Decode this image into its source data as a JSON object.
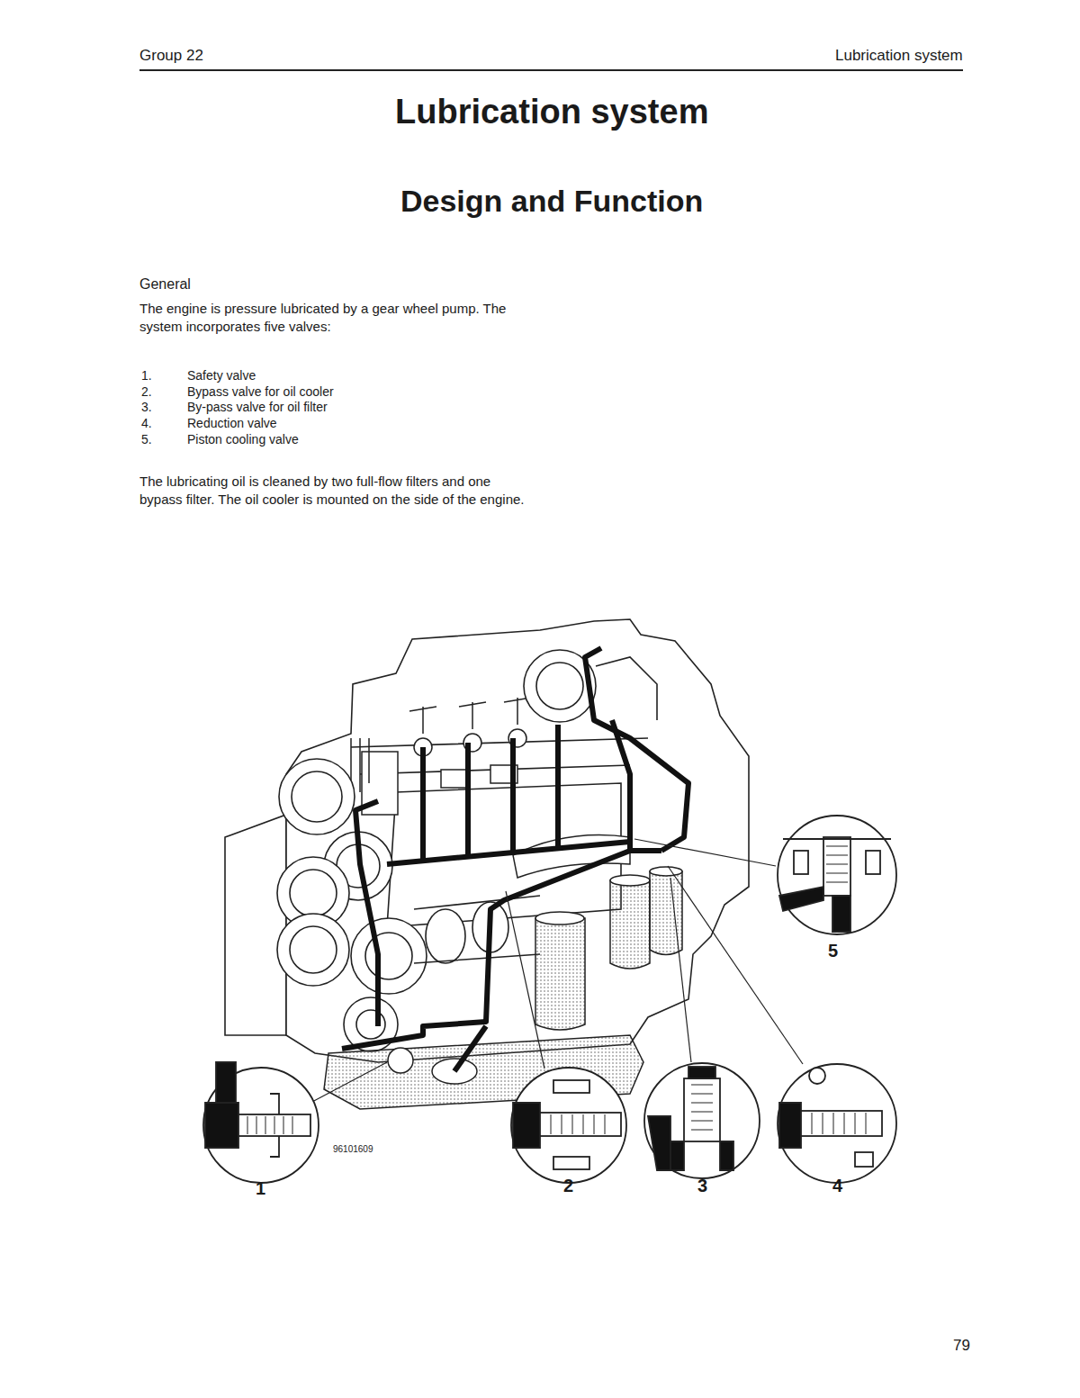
{
  "diagram": {
    "title": "Lubrication system",
    "labels": [
      "Group 22",
      "Lubrication system",
      "Design and Function",
      "General",
      "The engine is pressure lubricated by a gear wheel pump. The system incorporates five valves:",
      "1.",
      "Safety valve",
      "2.",
      "Bypass valve for oil cooler",
      "3.",
      "By-pass valve for oil filter",
      "4.",
      "Reduction valve",
      "5.",
      "Piston cooling valve",
      "The lubricating oil is cleaned by two full-flow filters and one bypass filter. The oil cooler is mounted on the side of the engine.",
      "96101609",
      "1",
      "2",
      "3",
      "4",
      "5",
      "79"
    ]
  }
}
